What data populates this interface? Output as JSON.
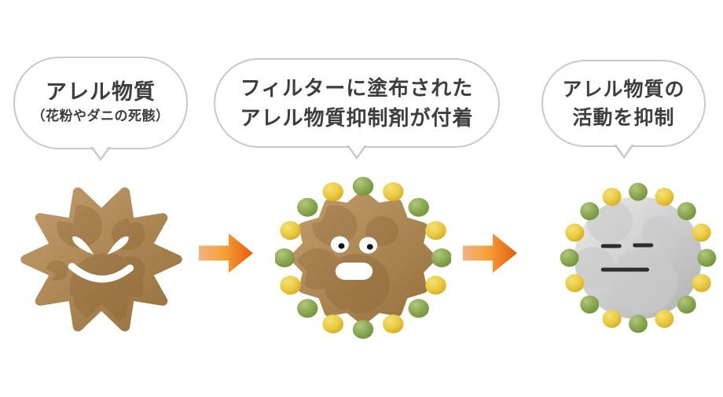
{
  "stages": [
    {
      "name": "allergen",
      "bubble": {
        "line1": "アレル物質",
        "line2": "（花粉やダニの死骸）"
      },
      "icon": "allergen-monster-icon"
    },
    {
      "name": "inhibitor-attached",
      "bubble": {
        "line1": "フィルターに塗布された",
        "line2": "アレル物質抑制剤が付着"
      },
      "icon": "allergen-with-inhibitor-icon"
    },
    {
      "name": "activity-suppressed",
      "bubble": {
        "line1": "アレル物質の",
        "line2": "活動を抑制"
      },
      "icon": "allergen-suppressed-icon"
    }
  ],
  "arrows": [
    {
      "icon": "arrow-right-icon"
    },
    {
      "icon": "arrow-right-icon"
    }
  ],
  "colors": {
    "background": "#ffffff",
    "bubble_border": "#c9c9c9",
    "text": "#3d3d3d",
    "allergen_body_light": "#c29d6c",
    "allergen_body_dark": "#97713c",
    "suppressed_body_light": "#ececec",
    "suppressed_body_dark": "#b0b0b0",
    "inhibitor_ball_green": "#8aa851",
    "inhibitor_ball_yellow": "#eacb41",
    "arrow_light": "#f5b183",
    "arrow_dark": "#e65c0e"
  }
}
